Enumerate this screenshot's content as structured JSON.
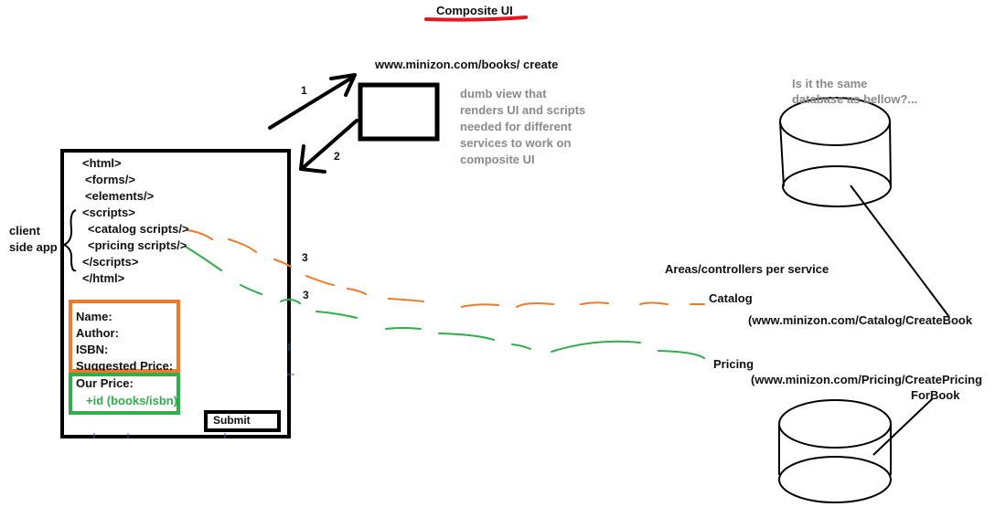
{
  "title": "Composite UI",
  "url_main": "www.minizon.com/books/ create",
  "step_labels": {
    "arrow1": "1",
    "arrow2": "2",
    "line3a": "3",
    "line3b": "3"
  },
  "view_note": [
    "dumb view that",
    "renders UI and scripts",
    "needed for different",
    "services to work on",
    "composite UI"
  ],
  "client_label": [
    "client",
    "side app"
  ],
  "code_lines": [
    "<html>",
    "<forms/>",
    "<elements/>",
    "<scripts>",
    "<catalog scripts/>",
    "<pricing scripts/>",
    "</scripts>",
    "</html>"
  ],
  "form": {
    "name_label": "Name:",
    "author_label": "Author:",
    "isbn_label": "ISBN:",
    "suggested_price_label": "Suggested Price:",
    "our_price_label": "Our Price:",
    "our_price_value": "+id (books/isbn)",
    "submit_label": "Submit"
  },
  "areas_label": "Areas/controllers per service",
  "catalog": {
    "label": "Catalog",
    "url": "(www.minizon.com/Catalog/CreateBook"
  },
  "pricing": {
    "label": "Pricing",
    "url_line1": "(www.minizon.com/Pricing/CreatePricing",
    "url_line2": "ForBook"
  },
  "db_question": [
    "Is it the same",
    "database as bellow?..."
  ],
  "colors": {
    "catalog_line": "#f07a28",
    "pricing_line": "#2fae4a",
    "title_underline": "#e8141e",
    "note_text": "#8a8a8a"
  }
}
